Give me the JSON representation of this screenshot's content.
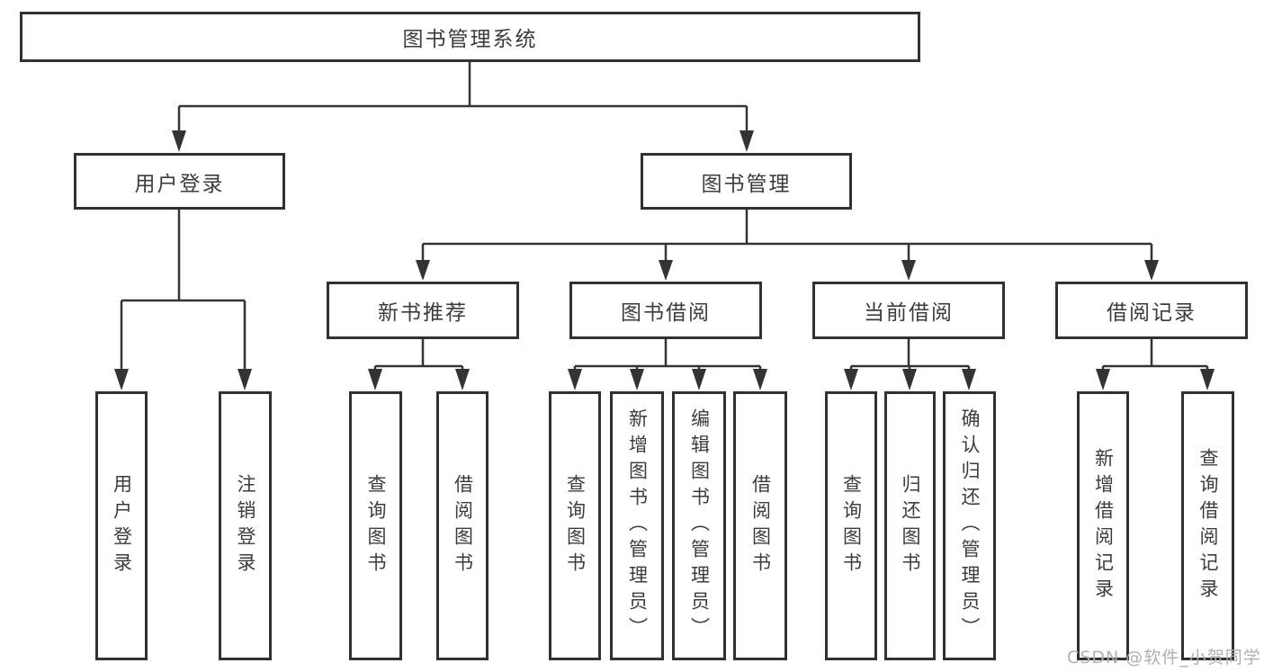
{
  "tree": {
    "root": "图书管理系统",
    "children": [
      {
        "label": "用户登录",
        "children": [
          "用户登录",
          "注销登录"
        ]
      },
      {
        "label": "图书管理",
        "children": [
          {
            "label": "新书推荐",
            "children": [
              "查询图书",
              "借阅图书"
            ]
          },
          {
            "label": "图书借阅",
            "children": [
              "查询图书",
              "新增图书（管理员）",
              "编辑图书（管理员）",
              "借阅图书"
            ]
          },
          {
            "label": "当前借阅",
            "children": [
              "查询图书",
              "归还图书",
              "确认归还（管理员）"
            ]
          },
          {
            "label": "借阅记录",
            "children": [
              "新增借阅记录",
              "查询借阅记录"
            ]
          }
        ]
      }
    ]
  },
  "watermark": {
    "text": "CSDN @软件_小贺同学"
  },
  "colors": {
    "line": "#333333",
    "box_border": "#313131",
    "text": "#3c3c3c",
    "watermark": "#b0b0b0",
    "background": "#ffffff"
  }
}
